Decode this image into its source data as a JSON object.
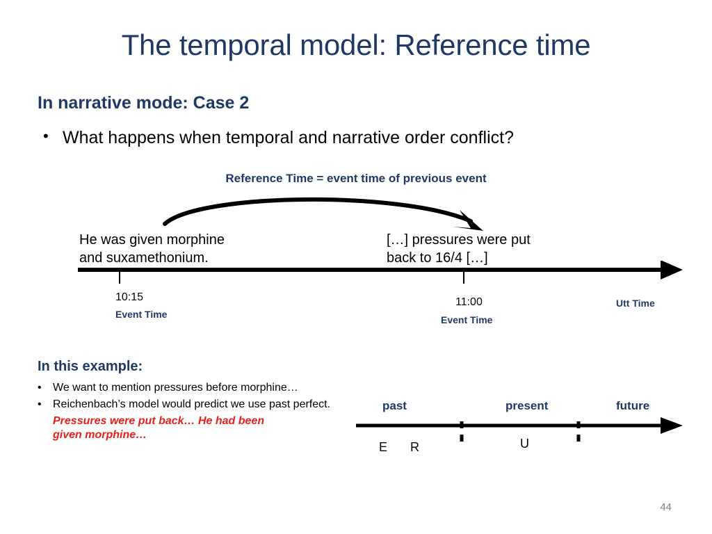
{
  "slide": {
    "title": "The temporal model: Reference time",
    "subhead": "In narrative mode: Case 2",
    "bullet": "What happens when temporal and narrative order conflict?",
    "bullet_marker": "•",
    "reference_time_caption": "Reference Time = event time of previous event",
    "page_number": "44"
  },
  "diagram1": {
    "sentence_left_line1": "He was given morphine",
    "sentence_left_line2": "and suxamethonium.",
    "sentence_right_line1": "[…] pressures were put",
    "sentence_right_line2": "back to 16/4 […]",
    "ticks": [
      {
        "time": "10:15",
        "sub": "Event Time"
      },
      {
        "time": "11:00",
        "sub": "Event Time"
      },
      {
        "time": "",
        "sub": "Utt Time"
      }
    ]
  },
  "example": {
    "heading": "In this example:",
    "marker": "•",
    "items": [
      "We want to mention pressures before morphine…",
      "Reichenbach’s model would predict we use past perfect."
    ],
    "red_note_line1": "Pressures were put back… He had been",
    "red_note_line2": "given morphine…"
  },
  "diagram2": {
    "labels": [
      "past",
      "present",
      "future"
    ],
    "markers": [
      "E",
      "R",
      "U"
    ]
  },
  "colors": {
    "title": "#1f3864",
    "accent": "#1f3864",
    "red": "#e8201a",
    "text": "#000000",
    "pagenum": "#808080"
  }
}
